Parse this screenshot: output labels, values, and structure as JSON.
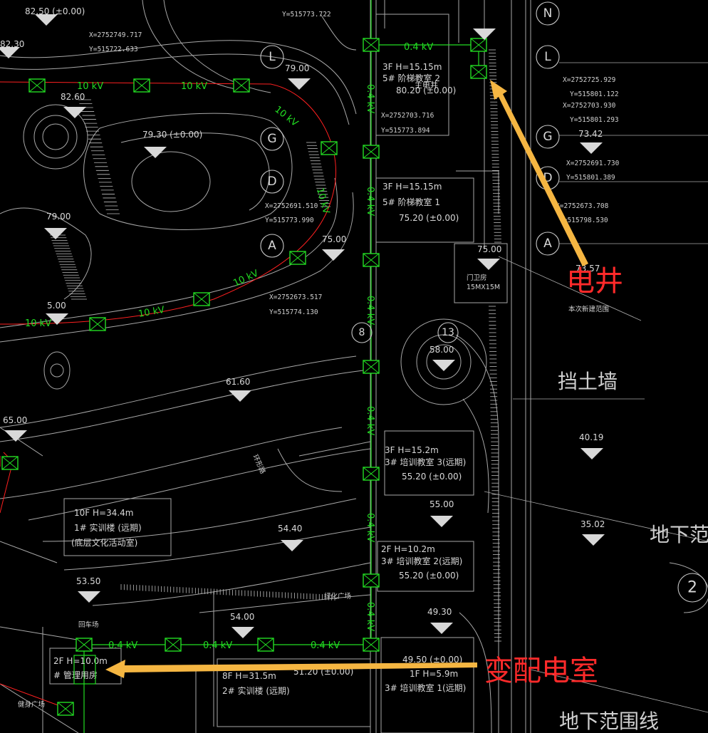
{
  "colors": {
    "background": "#000000",
    "line": "#b8b8b8",
    "cable": "#22dd22",
    "hv_cable": "#ff2020",
    "annotation": "#ff2a2a",
    "arrow": "#f5b642"
  },
  "cable_labels": {
    "hv": "10 kV",
    "lv": "0.4 kV"
  },
  "annotations": {
    "electric_shaft": "电井",
    "substation_room": "变配电室",
    "retaining_wall": "挡土墙",
    "underground_boundary_1": "地下范围",
    "underground_boundary_2": "地下范围线",
    "construction_range": "本次新建范围",
    "ring_road": "环形路",
    "green_square": "绿化广场",
    "main_shaft": "主电井"
  },
  "buildings": [
    {
      "floors": "3F  H=15.15m",
      "name": "5# 阶梯教室    2",
      "elev": "80.20 (±0.00)"
    },
    {
      "floors": "3F  H=15.15m",
      "name": "5# 阶梯教室    1",
      "elev": "75.20  (±0.00)"
    },
    {
      "floors": "3F  H=15.2m",
      "name": "3# 培训教室    3(远期)",
      "elev": "55.20  (±0.00)"
    },
    {
      "floors": "2F  H=10.2m",
      "name": "3# 培训教室    2(远期)",
      "elev": "55.20  (±0.00)"
    },
    {
      "floors": "10F  H=34.4m",
      "name": "1# 实训楼   (远期)",
      "elev": "(底层文化活动室)"
    },
    {
      "floors": "8F  H=31.5m",
      "name": "2# 实训楼   (远期)",
      "elev": "51.20 (±0.00)"
    },
    {
      "floors": "1F  H=5.9m",
      "name": "3# 培训教室    1(远期)",
      "elev": "49.50 (±0.00)"
    },
    {
      "floors": "2F  H=10.0m",
      "name": "# 管理用房",
      "elev": ""
    }
  ],
  "elevations": [
    "82.50 (±0.00)",
    "82.30",
    "79.00",
    "82.60",
    "79.30 (±0.00)",
    "79.00",
    "75.00",
    "75.00",
    "58.00",
    "61.60",
    "65.00",
    "40.19",
    "55.00",
    "54.40",
    "35.02",
    "53.50",
    "54.00",
    "49.30",
    "5.00",
    "73.42",
    "73.57"
  ],
  "coordinates": [
    {
      "x": "X=2752749.717",
      "y": "Y=515722.633"
    },
    {
      "x": "X=2752725.929",
      "y": "Y=515801.122"
    },
    {
      "x": "X=2752703.930",
      "y": "Y=515801.293"
    },
    {
      "x": "X=2752703.716",
      "y": "Y=515773.894"
    },
    {
      "x": "X=2752691.730",
      "y": "Y=515801.389"
    },
    {
      "x": "X=2752691.510",
      "y": "Y=515773.990"
    },
    {
      "x": "X=2752673.708",
      "y": "Y=515798.530"
    },
    {
      "x": "X=2752673.517",
      "y": "Y=515774.130"
    },
    {
      "x": "",
      "y": "Y=515773.722"
    }
  ],
  "grid_bubbles": [
    "N",
    "L",
    "G",
    "D",
    "A",
    "L",
    "G",
    "D",
    "A",
    "13",
    "8",
    "2"
  ],
  "misc": {
    "guard": "门卫房\n15MX15M",
    "shed": "回车场",
    "fitness": "健身广场"
  }
}
